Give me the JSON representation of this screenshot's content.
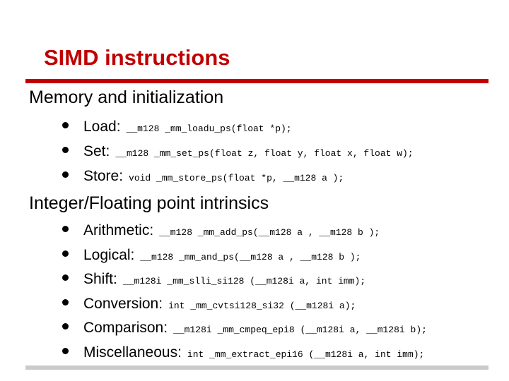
{
  "slide": {
    "title": "SIMD instructions",
    "colors": {
      "accent_red": "#c00000",
      "divider_gray": "#c9cbc9",
      "text_black": "#000000",
      "background": "#ffffff"
    },
    "sections": [
      {
        "heading": "Memory and initialization",
        "items": [
          {
            "label": "Load:",
            "code": "__m128 _mm_loadu_ps(float *p);"
          },
          {
            "label": "Set:",
            "code": "__m128 _mm_set_ps(float z, float y, float x, float w);"
          },
          {
            "label": "Store:",
            "code": "void _mm_store_ps(float *p, __m128 a );"
          }
        ]
      },
      {
        "heading": "Integer/Floating point intrinsics",
        "items": [
          {
            "label": "Arithmetic:",
            "code": "__m128 _mm_add_ps(__m128 a , __m128 b );"
          },
          {
            "label": "Logical:",
            "code": "__m128 _mm_and_ps(__m128 a , __m128 b );"
          },
          {
            "label": "Shift:",
            "code": "__m128i _mm_slli_si128 (__m128i a, int imm);"
          },
          {
            "label": "Conversion:",
            "code": "int _mm_cvtsi128_si32 (__m128i a);"
          },
          {
            "label": "Comparison:",
            "code": "__m128i _mm_cmpeq_epi8 (__m128i a, __m128i b);"
          },
          {
            "label": "Miscellaneous:",
            "code": "int _mm_extract_epi16 (__m128i a, int imm);"
          }
        ]
      }
    ]
  }
}
